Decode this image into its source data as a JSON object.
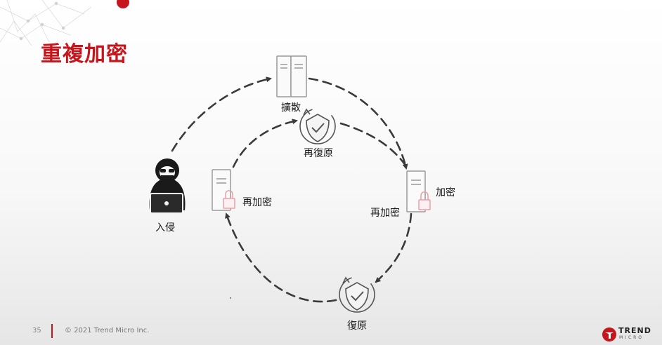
{
  "slide": {
    "title": "重複加密",
    "page_number": "35",
    "copyright": "© 2021 Trend Micro Inc.",
    "brand_name": "TREND",
    "brand_sub": "MICRO"
  },
  "diagram": {
    "labels": {
      "intrude": "入侵",
      "spread": "擴散",
      "re_restore": "再復原",
      "encrypt": "加密",
      "re_encrypt_right": "再加密",
      "re_encrypt_left": "再加密",
      "restore": "復原"
    }
  },
  "colors": {
    "accent": "#c4161c",
    "arrow": "#3a3a3a",
    "icon_gray": "#9a9a9a",
    "lock_pink": "#e8a0a8"
  }
}
